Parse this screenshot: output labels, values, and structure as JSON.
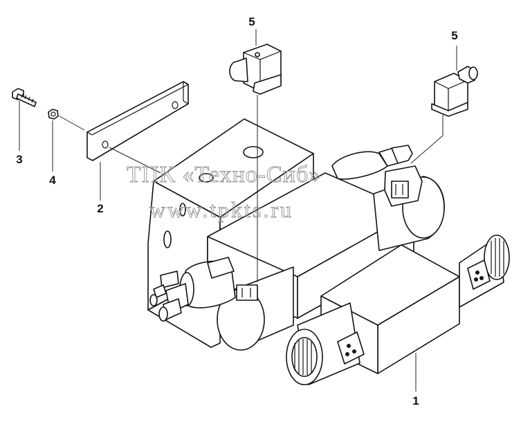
{
  "callouts": {
    "part1": "1",
    "part2": "2",
    "part3": "3",
    "part4": "4",
    "part5_left": "5",
    "part5_right": "5"
  },
  "watermark": {
    "line1": "ТПК «Техно-Сиб»",
    "line2": "www.tpkts.ru"
  },
  "colors": {
    "ink": "#111111",
    "watermark": "#9a9a9a",
    "background": "#ffffff"
  }
}
